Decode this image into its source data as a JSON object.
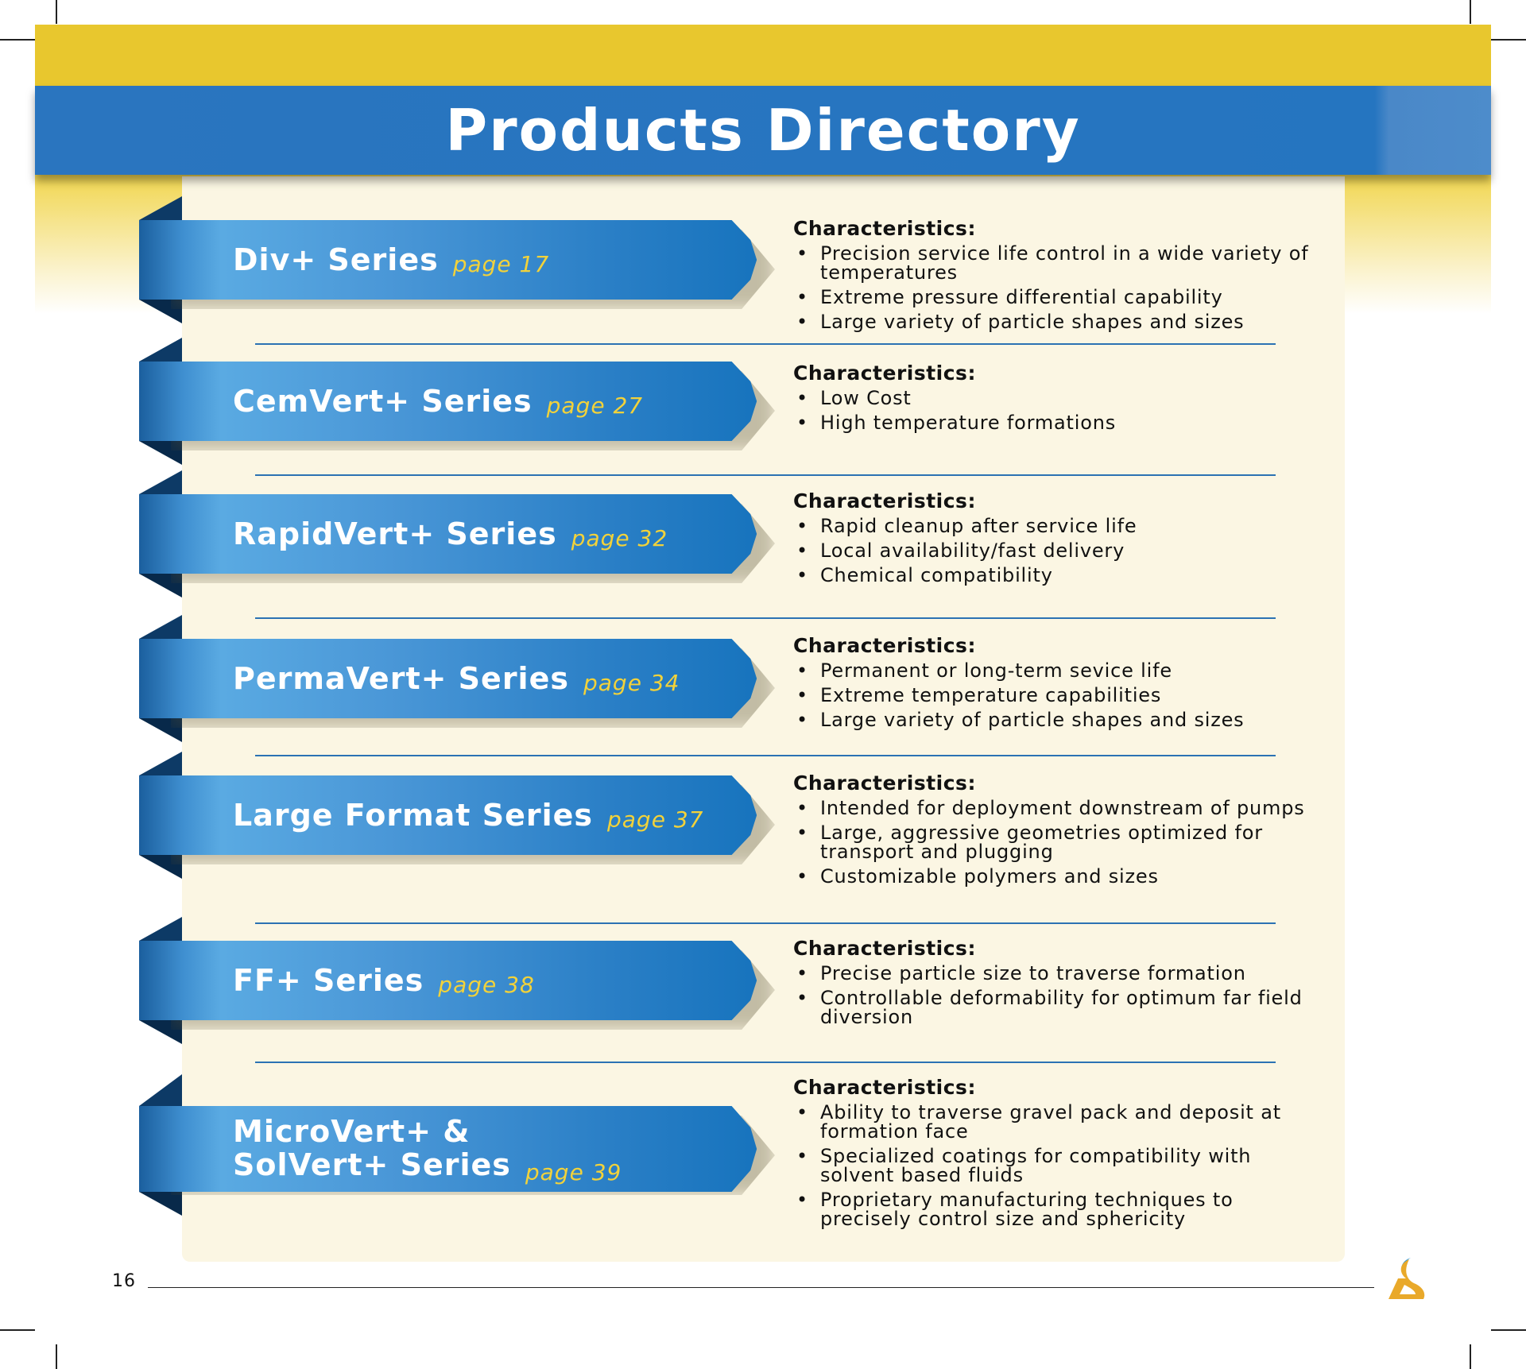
{
  "title": "Products Directory",
  "characteristics_label": "Characteristics:",
  "bullet": "•",
  "page_number": "16",
  "colors": {
    "yellow": "#e8c72e",
    "blue": "#2575c0",
    "cream": "#fbf6e3",
    "page_yellow": "#f2d23a"
  },
  "products": [
    {
      "name": "Div+ Series",
      "page": "page 17",
      "items": [
        "Precision service life control in a wide variety of temperatures",
        "Extreme pressure differential capability",
        "Large variety of particle shapes and sizes"
      ]
    },
    {
      "name": "CemVert+ Series",
      "page": "page 27",
      "items": [
        "Low Cost",
        "High temperature formations"
      ]
    },
    {
      "name": "RapidVert+ Series",
      "page": "page 32",
      "items": [
        "Rapid cleanup after service life",
        "Local availability/fast delivery",
        "Chemical compatibility"
      ]
    },
    {
      "name": "PermaVert+ Series",
      "page": "page 34",
      "items": [
        "Permanent or long-term sevice life",
        "Extreme temperature capabilities",
        "Large variety of particle shapes and sizes"
      ]
    },
    {
      "name": "Large Format Series",
      "page": "page 37",
      "items": [
        "Intended for deployment downstream of pumps",
        "Large, aggressive geometries optimized for transport and plugging",
        "Customizable polymers and sizes"
      ]
    },
    {
      "name": "FF+ Series",
      "page": "page 38",
      "items": [
        "Precise particle size to traverse formation",
        "Controllable deformability for optimum far field diversion"
      ]
    },
    {
      "name_line1": "MicroVert+ &",
      "name_line2": "SolVert+ Series",
      "page": "page 39",
      "items": [
        "Ability to traverse gravel pack and deposit at formation face",
        "Specialized coatings for compatibility with solvent based fluids",
        "Proprietary manufacturing techniques to precisely control size and sphericity"
      ]
    }
  ]
}
